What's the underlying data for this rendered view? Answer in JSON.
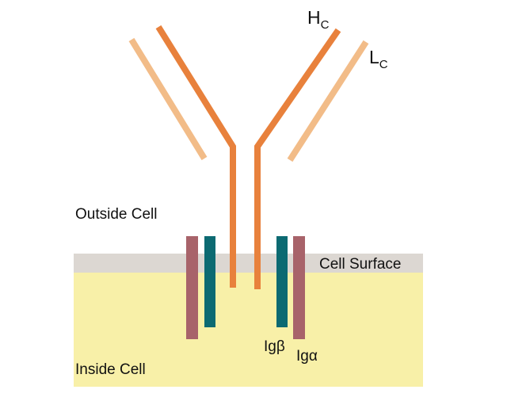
{
  "labels": {
    "heavy_chain_main": "H",
    "heavy_chain_sub": "C",
    "light_chain_main": "L",
    "light_chain_sub": "C",
    "outside_cell": "Outside Cell",
    "cell_surface": "Cell Surface",
    "inside_cell": "Inside Cell",
    "ig_beta": "Igβ",
    "ig_alpha": "Igα"
  },
  "colors": {
    "heavy_chain": "#e8813c",
    "light_chain": "#f2bc88",
    "ig_alpha": "#a8636a",
    "ig_beta": "#0c6a72",
    "membrane": "#dcd7d2",
    "cytoplasm": "#f8f0a8",
    "background": "#ffffff"
  }
}
